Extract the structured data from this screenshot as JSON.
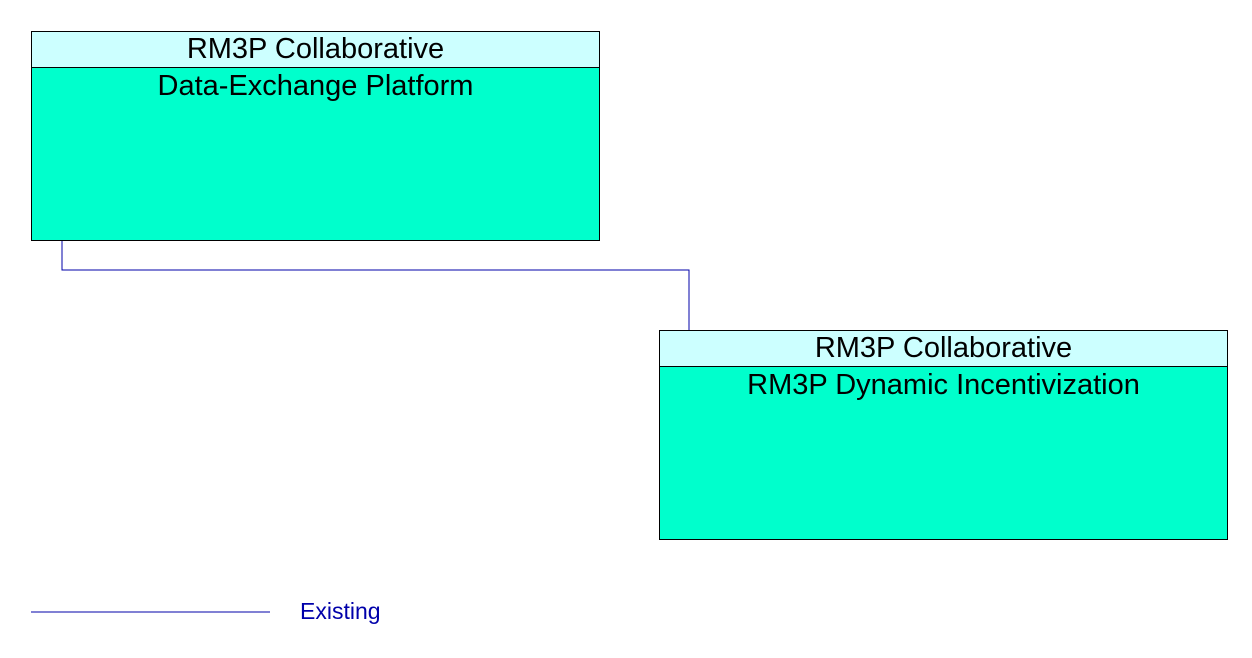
{
  "nodes": [
    {
      "id": "node-data-exchange",
      "stereotype": "RM3P Collaborative",
      "name": "Data-Exchange Platform"
    },
    {
      "id": "node-dynamic-incentivization",
      "stereotype": "RM3P Collaborative",
      "name": "RM3P Dynamic Incentivization"
    }
  ],
  "edges": [
    {
      "from": "node-data-exchange",
      "to": "node-dynamic-incentivization",
      "status": "Existing"
    }
  ],
  "legend": {
    "items": [
      {
        "label": "Existing",
        "color": "#0000aa"
      }
    ]
  },
  "colors": {
    "header_fill": "#ccffff",
    "body_fill": "#00ffcc",
    "border": "#000000",
    "existing_line": "#0000aa"
  }
}
